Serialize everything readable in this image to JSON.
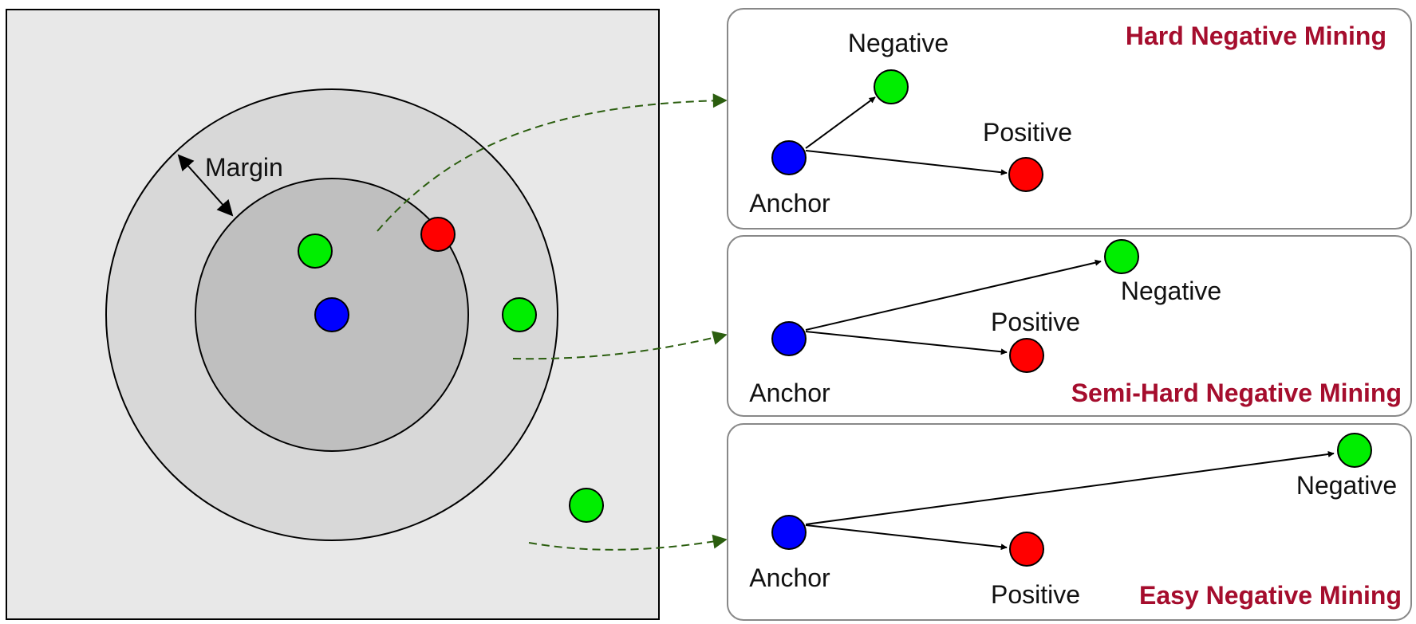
{
  "colors": {
    "anchor": "#0000ff",
    "positive": "#ff0000",
    "negative": "#00ee00",
    "title": "#a50d2d",
    "connector": "#2b5e0f",
    "outer_bg": "#e8e8e8",
    "margin_ring": "#d8d8d8",
    "inner_circle": "#bfbfbf"
  },
  "embedding_space": {
    "margin_label": "Margin"
  },
  "panels": [
    {
      "title": "Hard Negative Mining",
      "anchor_label": "Anchor",
      "positive_label": "Positive",
      "negative_label": "Negative"
    },
    {
      "title": "Semi-Hard Negative Mining",
      "anchor_label": "Anchor",
      "positive_label": "Positive",
      "negative_label": "Negative"
    },
    {
      "title": "Easy Negative Mining",
      "anchor_label": "Anchor",
      "positive_label": "Positive",
      "negative_label": "Negative"
    }
  ]
}
